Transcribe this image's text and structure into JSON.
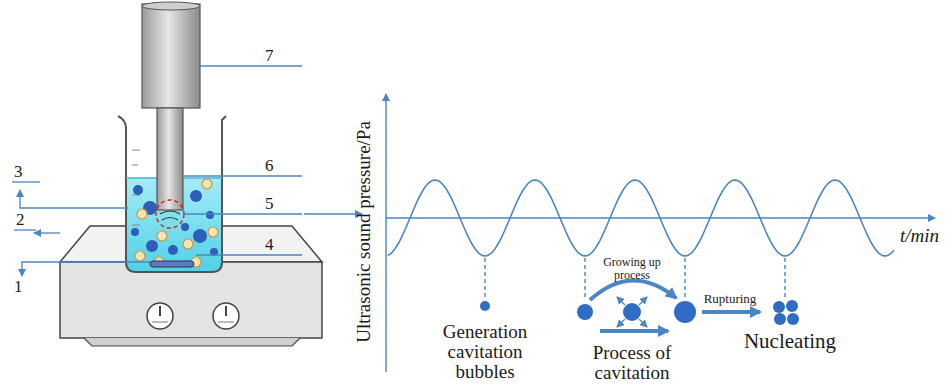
{
  "diagram": {
    "labels": [
      "7",
      "3",
      "6",
      "2",
      "5",
      "1",
      "4",
      "Ultrasonic sound pressure/Pa",
      "t/min",
      "Growing up process",
      "Rupturing",
      "Generation cavitation bubbles",
      "Process of cavitation",
      "Nucleating"
    ]
  }
}
